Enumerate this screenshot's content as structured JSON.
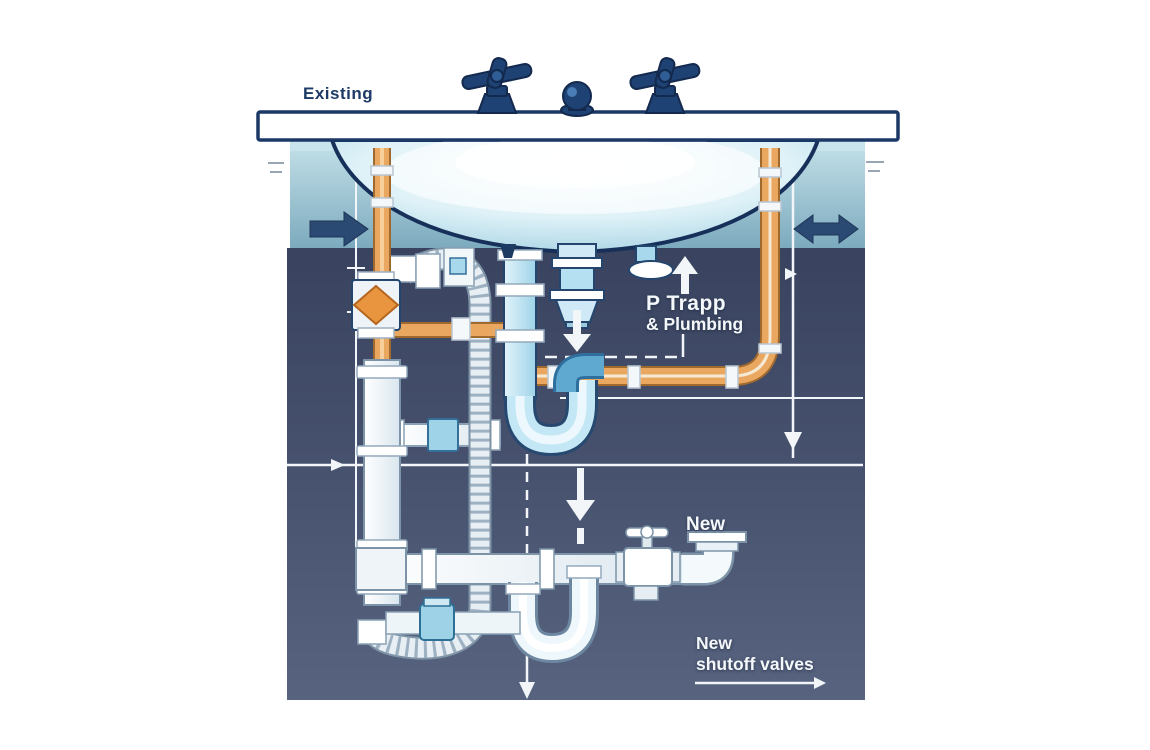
{
  "labels": {
    "existing": "Existing",
    "p_trap_line1": "P Trapp",
    "p_trap_line2": "& Plumbing",
    "new_drain": "New",
    "shutoff_line1": "New",
    "shutoff_line2": "shutoff valves"
  },
  "colors": {
    "counter_outline": "#1b3866",
    "faucet_navy": "#1e4273",
    "backsplash_teal_top": "#c6e3ea",
    "backsplash_teal_bottom": "#7ba9bd",
    "cabinet_panel_top": "#39435f",
    "cabinet_panel_bottom": "#55617f",
    "copper_pipe": "#e9a75f",
    "pvc_white": "#f4fafc",
    "drain_blue": "#b5e0f2",
    "annotation_white": "#f2f6f8",
    "arrow_navy": "#2b4a73"
  },
  "icons": [
    "faucet-handle-icon",
    "spout-icon",
    "arrow-right-icon",
    "arrow-double-icon",
    "arrow-up-icon",
    "arrow-down-icon",
    "shutoff-valve-icon",
    "p-trap-icon",
    "drain-flange-icon",
    "supply-line-icon",
    "flex-hose-icon"
  ]
}
